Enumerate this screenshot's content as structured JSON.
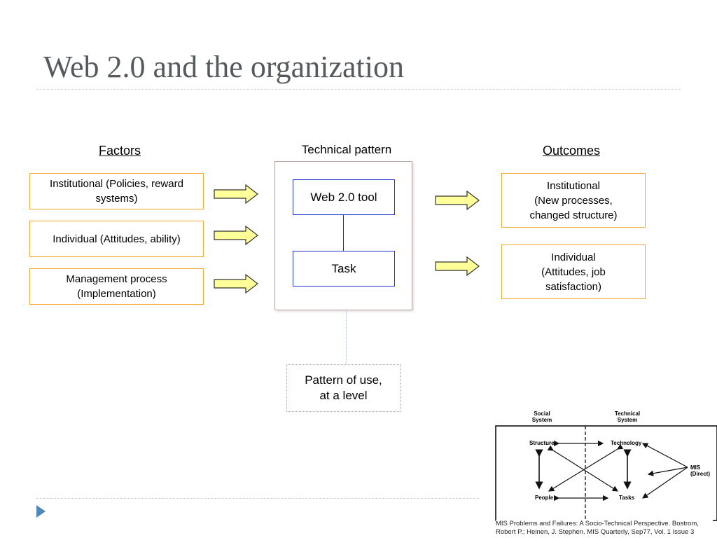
{
  "slide": {
    "title": "Web 2.0 and the organization"
  },
  "diagram": {
    "factors_heading": "Factors",
    "technical_heading": "Technical pattern",
    "outcomes_heading": "Outcomes",
    "factors": [
      {
        "line1": "Institutional (Policies, reward",
        "line2": "systems)"
      },
      {
        "line1": "Individual (Attitudes, ability)",
        "line2": ""
      },
      {
        "line1": "Management process",
        "line2": "(Implementation)"
      }
    ],
    "technical_boxes": {
      "tool": "Web 2.0 tool",
      "task": "Task"
    },
    "outcomes": [
      {
        "line1": "Institutional",
        "line2": "(New processes,",
        "line3": "changed structure)"
      },
      {
        "line1": "Individual",
        "line2": "(Attitudes, job",
        "line3": "satisfaction)"
      }
    ],
    "pattern_of_use": {
      "line1": "Pattern of use,",
      "line2": "at a level"
    },
    "colors": {
      "factor_border": "#f0a830",
      "arrow_fill": "#ffff99",
      "tech_box_border": "#2233cc",
      "title": "#555a5e",
      "accent_triangle": "#4f89b9"
    }
  },
  "figure": {
    "social_label_1": "Social",
    "social_label_2": "System",
    "technical_label_1": "Technical",
    "technical_label_2": "System",
    "structure": "Structure",
    "technology": "Technology",
    "people": "People",
    "tasks": "Tasks",
    "mis_1": "MIS",
    "mis_2": "(Direct)",
    "citation": "MIS Problems and Failures: A Socio-Technical Perspective.  Bostrom, Robert P.; Heinen, J. Stephen. MIS Quarterly, Sep77, Vol. 1 Issue 3"
  }
}
